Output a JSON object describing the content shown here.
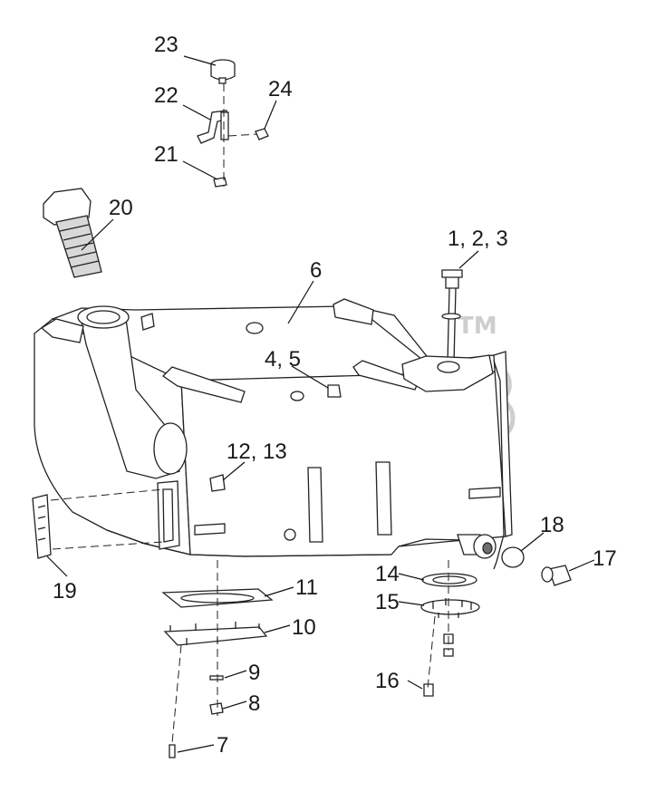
{
  "diagram": {
    "watermark": "элфв",
    "watermark_tm": "TM",
    "callouts": [
      {
        "id": "c1",
        "text": "1, 2, 3"
      },
      {
        "id": "c2",
        "text": "4, 5"
      },
      {
        "id": "c3",
        "text": "6"
      },
      {
        "id": "c4",
        "text": "7"
      },
      {
        "id": "c5",
        "text": "8"
      },
      {
        "id": "c6",
        "text": "9"
      },
      {
        "id": "c7",
        "text": "10"
      },
      {
        "id": "c8",
        "text": "11"
      },
      {
        "id": "c9",
        "text": "12, 13"
      },
      {
        "id": "c10",
        "text": "14"
      },
      {
        "id": "c11",
        "text": "15"
      },
      {
        "id": "c12",
        "text": "16"
      },
      {
        "id": "c13",
        "text": "17"
      },
      {
        "id": "c14",
        "text": "18"
      },
      {
        "id": "c15",
        "text": "19"
      },
      {
        "id": "c16",
        "text": "20"
      },
      {
        "id": "c17",
        "text": "21"
      },
      {
        "id": "c18",
        "text": "22"
      },
      {
        "id": "c19",
        "text": "23"
      },
      {
        "id": "c20",
        "text": "24"
      }
    ]
  }
}
